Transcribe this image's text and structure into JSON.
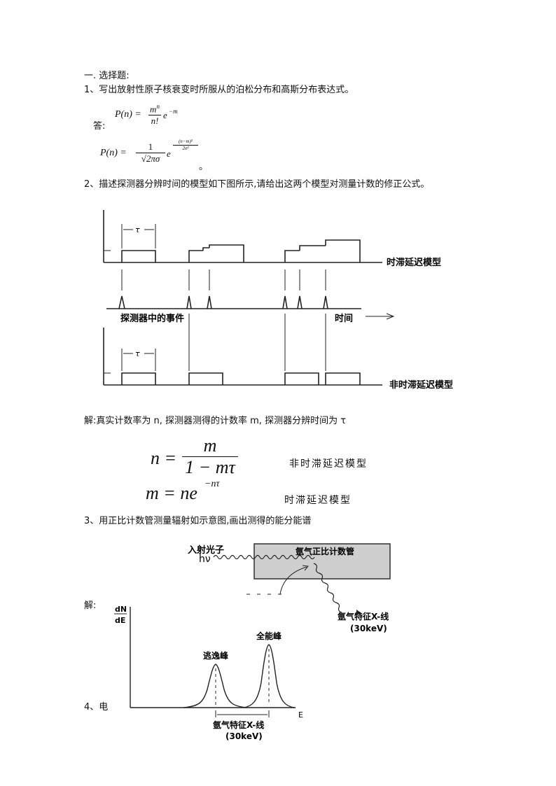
{
  "section_title": "一. 选择题:",
  "q1": {
    "question": "1、写出放射性原子核衰变时所服从的泊松分布和高斯分布表达式。",
    "answer_label": "答:",
    "poisson": {
      "lhs": "P(n) =",
      "num": "m",
      "num_exp": "n",
      "den": "n!",
      "exp_base": "e",
      "exp": "−m"
    },
    "gauss": {
      "lhs": "P(n) =",
      "num": "1",
      "den": "√2πσ",
      "exp_base": "e",
      "exp_num": "(n−m)²",
      "exp_den": "2σ²",
      "tail": "。"
    }
  },
  "q2": {
    "question": "2、描述探测器分辨时间的模型如下图所示,请给出这两个模型对测量计数的修正公式。",
    "fig": {
      "tau": "τ",
      "label_paralyzable": "时滞延迟模型",
      "label_events": "探测器中的事件",
      "label_time": "时间",
      "label_nonparalyzable": "非时滞延迟模型"
    },
    "solution_text": "解:真实计数率为 n, 探测器测得的计数率 m, 探测器分辨时间为 τ",
    "formula1": {
      "lhs": "n =",
      "num": "m",
      "den": "1 − mτ",
      "label": "非时滞延迟模型"
    },
    "formula2": {
      "lhs": "m = ne",
      "exp": "−nτ",
      "label": "时滞延迟模型"
    }
  },
  "q3": {
    "question": "3、用正比计数管测量辐射如示意图,画出测得的能分能谱",
    "fig": {
      "incident_label": "入射光子",
      "hv": "hν",
      "tube_label": "氩气正比计数管",
      "xray_label": "氩气特征X-线",
      "xray_energy": "(30keV)"
    },
    "solution_label": "解:",
    "spectrum": {
      "ylabel_top": "dN",
      "ylabel_bottom": "dE",
      "xlabel": "E",
      "escape_peak": "逃逸峰",
      "full_peak": "全能峰",
      "gap_label": "氩气特征X-线",
      "gap_energy": "(30keV)"
    }
  },
  "q4": {
    "label": "4、电"
  }
}
